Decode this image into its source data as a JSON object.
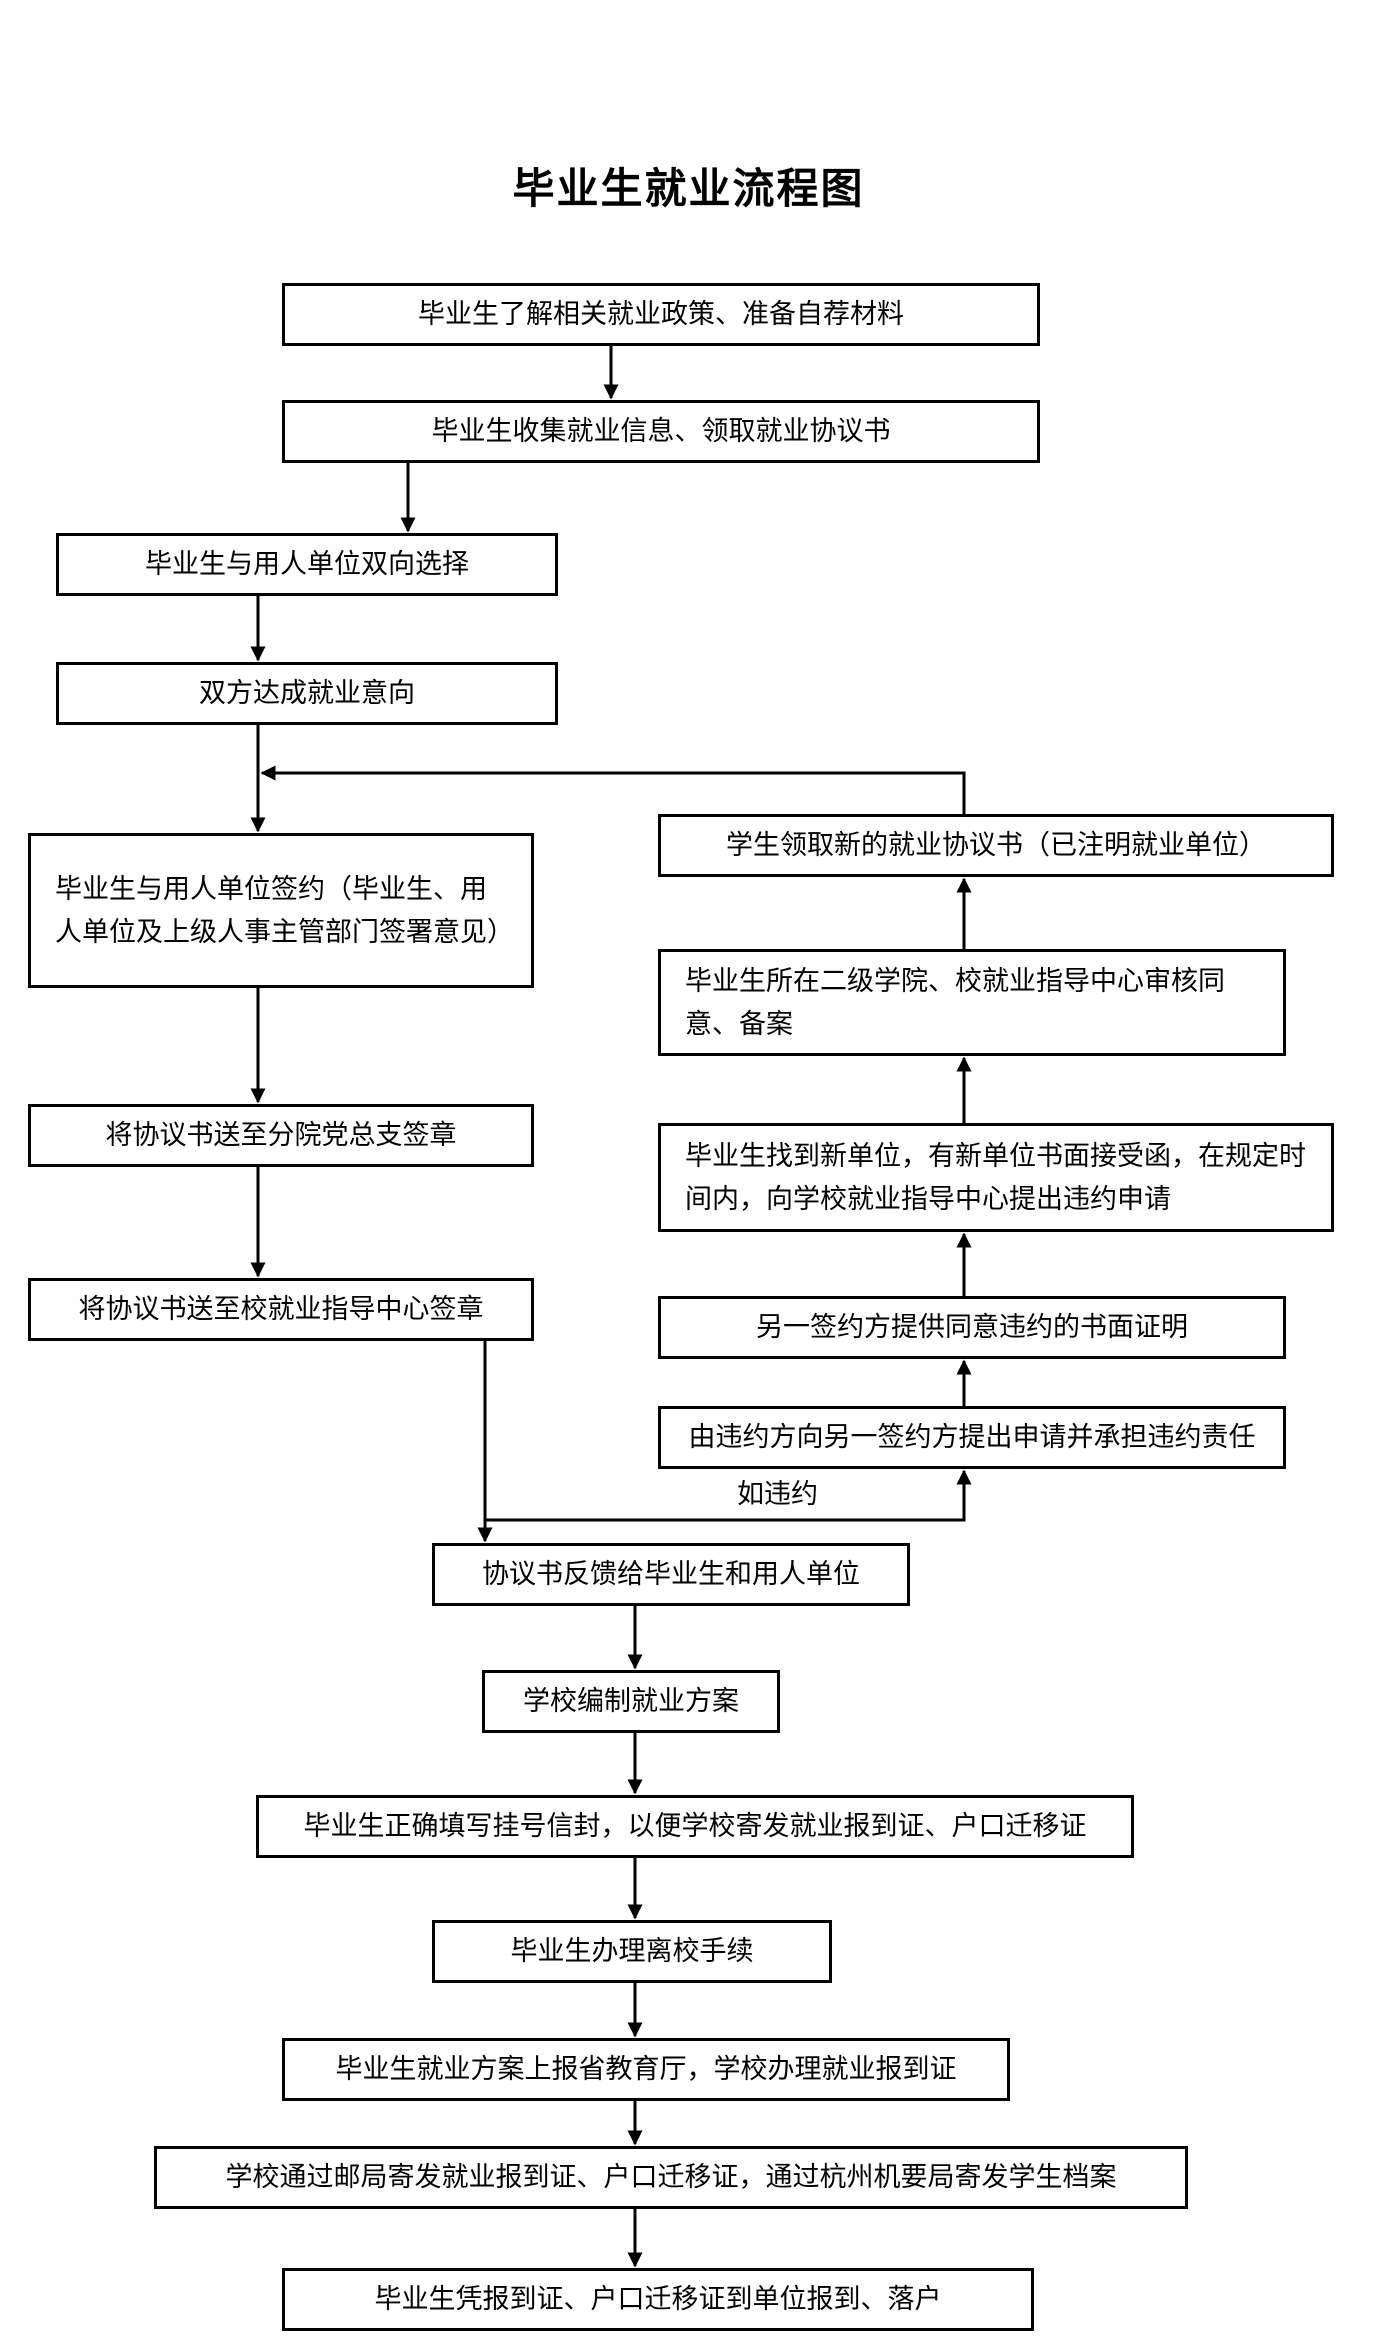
{
  "title": "毕业生就业流程图",
  "steps": {
    "s1": "毕业生了解相关就业政策、准备自荐材料",
    "s2": "毕业生收集就业信息、领取就业协议书",
    "s3": "毕业生与用人单位双向选择",
    "s4": "双方达成就业意向",
    "s5": "毕业生与用人单位签约（毕业生、用人单位及上级人事主管部门签署意见）",
    "s6": "将协议书送至分院党总支签章",
    "s7": "将协议书送至校就业指导中心签章",
    "s8": "协议书反馈给毕业生和用人单位",
    "s9": "学校编制就业方案",
    "s10": "毕业生正确填写挂号信封，以便学校寄发就业报到证、户口迁移证",
    "s11": "毕业生办理离校手续",
    "s12": "毕业生就业方案上报省教育厅，学校办理就业报到证",
    "s13": "学校通过邮局寄发就业报到证、户口迁移证，通过杭州机要局寄发学生档案",
    "s14": "毕业生凭报到证、户口迁移证到单位报到、落户"
  },
  "breach": {
    "b1": "由违约方向另一签约方提出申请并承担违约责任",
    "b2": "另一签约方提供同意违约的书面证明",
    "b3": "毕业生找到新单位，有新单位书面接受函，在规定时间内，向学校就业指导中心提出违约申请",
    "b4": "毕业生所在二级学院、校就业指导中心审核同意、备案",
    "b5": "学生领取新的就业协议书（已注明就业单位）",
    "label": "如违约"
  }
}
